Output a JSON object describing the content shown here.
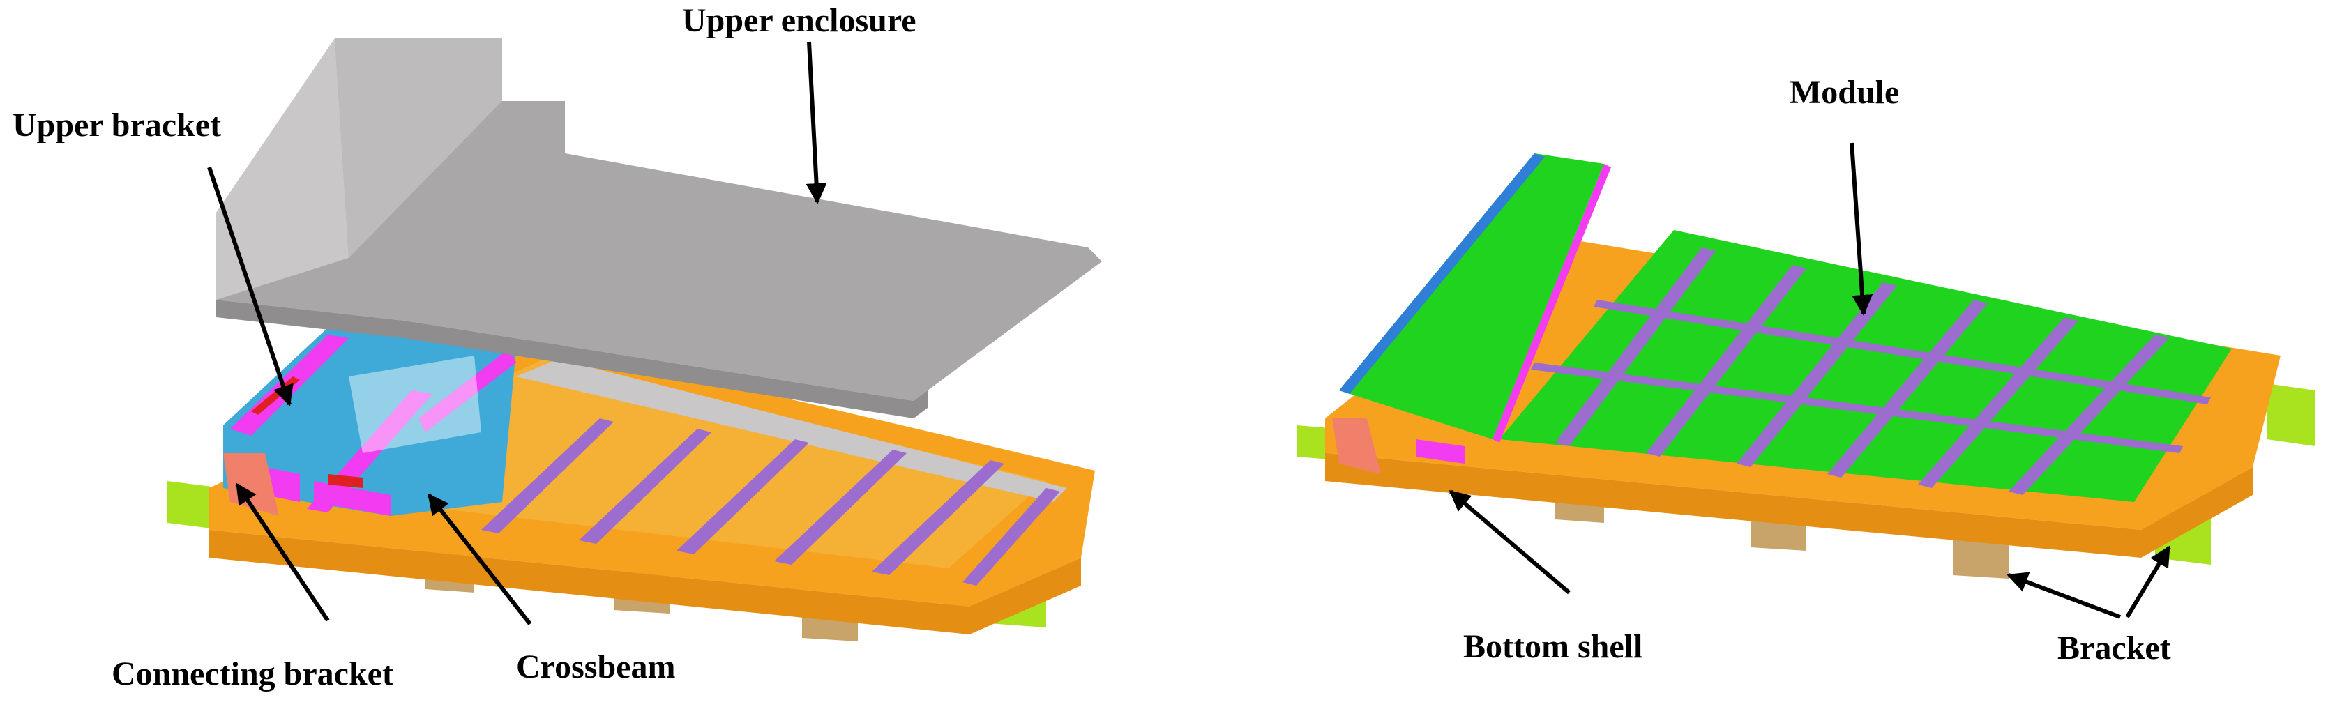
{
  "labels": {
    "upper_enclosure": "Upper  enclosure",
    "upper_bracket": "Upper bracket",
    "connecting_bracket": "Connecting bracket",
    "crossbeam": "Crossbeam",
    "module": "Module",
    "bottom_shell": "Bottom shell",
    "bracket": "Bracket"
  },
  "colors": {
    "enclosure": "#a9a7a8",
    "shell_orange": "#f7a21f",
    "rail_purple": "#9c6ccf",
    "module_green": "#1fd31f",
    "mount_lime": "#a9e31f",
    "magenta": "#f23cf2",
    "tan": "#c8a46a"
  }
}
